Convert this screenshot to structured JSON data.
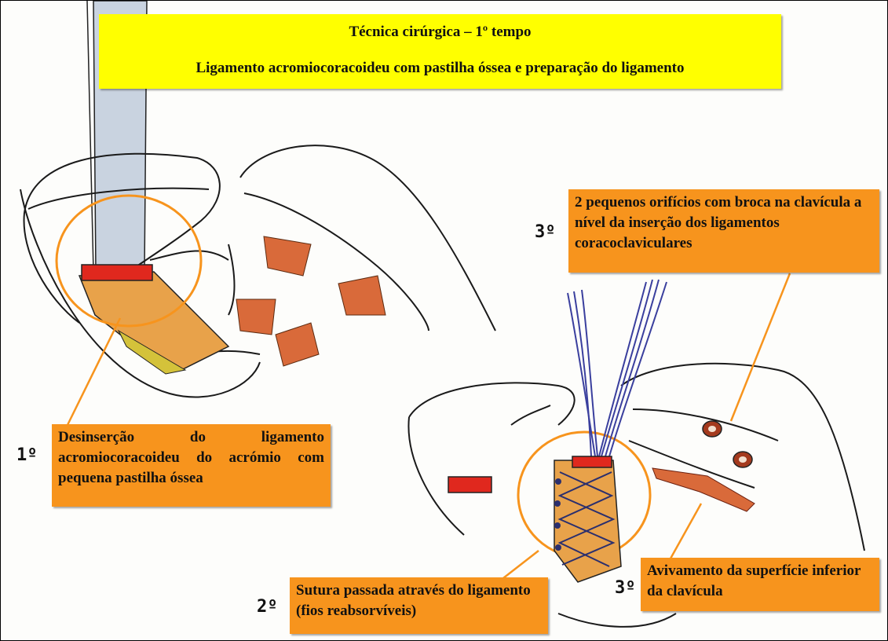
{
  "title": {
    "line1": "Técnica cirúrgica – 1º tempo",
    "line2": "Ligamento acromiocoracoideu com pastilha óssea e preparação do ligamento"
  },
  "steps": [
    {
      "number": "1º",
      "text": "Desinserção do ligamento acromiocoracoideu do acrómio com pequena pastilha óssea"
    },
    {
      "number": "2º",
      "text": "Sutura passada através do ligamento (fios reabsorvíveis)"
    },
    {
      "number": "3º",
      "text": "2 pequenos orifícios com broca na clavícula a nível da inserção dos ligamentos coracoclaviculares"
    },
    {
      "number": "3º",
      "text": "Avivamento da superfície inferior da clavícula"
    }
  ],
  "colors": {
    "title_bg": "#ffff00",
    "label_bg": "#f7941d",
    "callout_line": "#f7941d",
    "ligament": "#e8a24a",
    "bone_chip": "#e0281e",
    "suture": "#3a3f9e",
    "instrument": "#c9d3e0"
  }
}
